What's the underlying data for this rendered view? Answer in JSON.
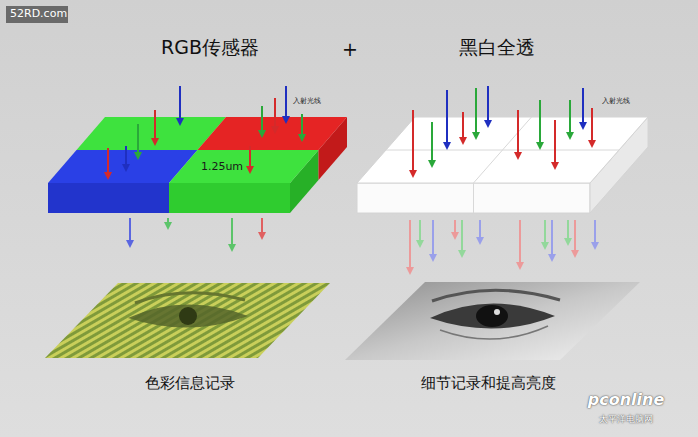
{
  "diagram": {
    "labels": [
      "52RD.com",
      "RGB传感器",
      "+",
      "黑白全透",
      "入射光线",
      "1.25um",
      "入射光线",
      "色彩信息记录",
      "细节记录和提高亮度",
      "pconline",
      "太平洋电脑网"
    ]
  }
}
